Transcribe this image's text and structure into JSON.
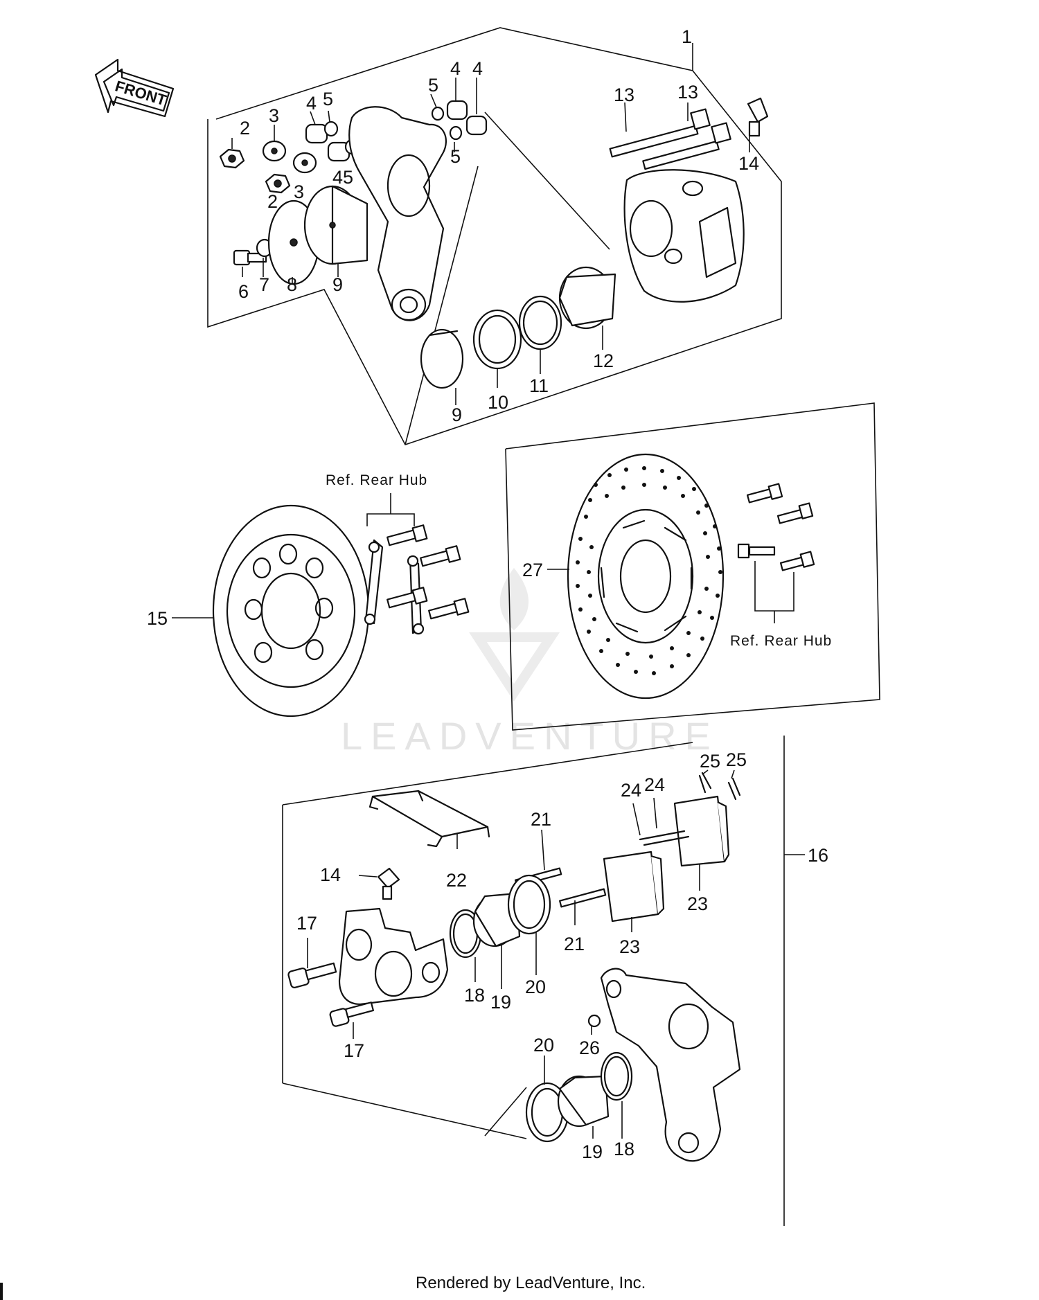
{
  "front_arrow": {
    "label": "FRONT"
  },
  "watermark": {
    "text": "LEADVENTURE"
  },
  "footer": {
    "text": "Rendered by LeadVenture, Inc."
  },
  "references": {
    "rear_hub_1": "Ref.  Rear  Hub",
    "rear_hub_2": "Ref.  Rear  Hub"
  },
  "callouts": [
    {
      "id": "c1",
      "text": "1"
    },
    {
      "id": "c2a",
      "text": "2"
    },
    {
      "id": "c2b",
      "text": "2"
    },
    {
      "id": "c3a",
      "text": "3"
    },
    {
      "id": "c3b",
      "text": "3"
    },
    {
      "id": "c4a",
      "text": "4"
    },
    {
      "id": "c45",
      "text": "45"
    },
    {
      "id": "c4b",
      "text": "4"
    },
    {
      "id": "c4c",
      "text": "4"
    },
    {
      "id": "c5a",
      "text": "5"
    },
    {
      "id": "c5b",
      "text": "5"
    },
    {
      "id": "c5c",
      "text": "5"
    },
    {
      "id": "c6",
      "text": "6"
    },
    {
      "id": "c7",
      "text": "7"
    },
    {
      "id": "c8",
      "text": "8"
    },
    {
      "id": "c9a",
      "text": "9"
    },
    {
      "id": "c9b",
      "text": "9"
    },
    {
      "id": "c10",
      "text": "10"
    },
    {
      "id": "c11",
      "text": "11"
    },
    {
      "id": "c12",
      "text": "12"
    },
    {
      "id": "c13a",
      "text": "13"
    },
    {
      "id": "c13b",
      "text": "13"
    },
    {
      "id": "c14a",
      "text": "14"
    },
    {
      "id": "c14b",
      "text": "14"
    },
    {
      "id": "c15",
      "text": "15"
    },
    {
      "id": "c16",
      "text": "16"
    },
    {
      "id": "c17a",
      "text": "17"
    },
    {
      "id": "c17b",
      "text": "17"
    },
    {
      "id": "c18a",
      "text": "18"
    },
    {
      "id": "c18b",
      "text": "18"
    },
    {
      "id": "c19a",
      "text": "19"
    },
    {
      "id": "c19b",
      "text": "19"
    },
    {
      "id": "c20a",
      "text": "20"
    },
    {
      "id": "c20b",
      "text": "20"
    },
    {
      "id": "c21a",
      "text": "21"
    },
    {
      "id": "c21b",
      "text": "21"
    },
    {
      "id": "c22",
      "text": "22"
    },
    {
      "id": "c23a",
      "text": "23"
    },
    {
      "id": "c23b",
      "text": "23"
    },
    {
      "id": "c24a",
      "text": "24"
    },
    {
      "id": "c24b",
      "text": "24"
    },
    {
      "id": "c25a",
      "text": "25"
    },
    {
      "id": "c25b",
      "text": "25"
    },
    {
      "id": "c26",
      "text": "26"
    },
    {
      "id": "c27",
      "text": "27"
    }
  ]
}
